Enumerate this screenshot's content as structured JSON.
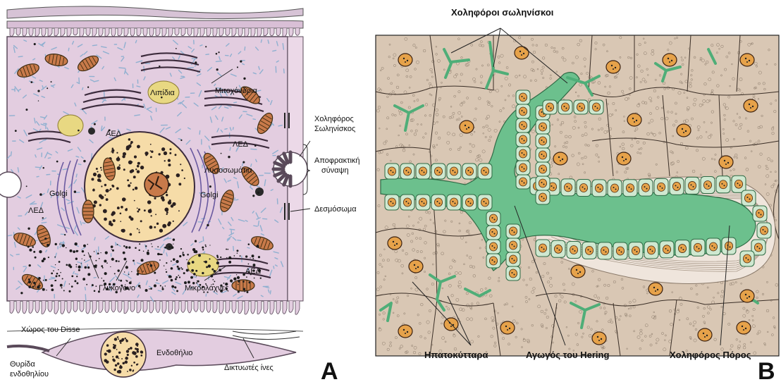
{
  "panel_a": {
    "letter": "A",
    "labels": {
      "lipids": "Λιπίδια",
      "mitochondria": "Μιτοχόνδρια",
      "aed_top": "ΑΕΔ",
      "led_top": "ΛΕΔ",
      "lysosomes": "Λυσοσωμάτια",
      "golgi_left": "Golgi",
      "golgi_right": "Golgi",
      "led_left": "ΛΕΔ",
      "aed_right": "ΑΕΔ",
      "glycogen": "Γλυκογόνο",
      "microvilli": "Μικρολάχνες",
      "disse_space": "Χώρος του Disse",
      "endothelium": "Ενδοθήλιο",
      "fenestra_line1": "Θυρίδα",
      "fenestra_line2": "ενδοθηλίου",
      "reticular_fibers": "Δικτυωτές ίνες",
      "bile_canaliculus_line1": "Χοληφόρος",
      "bile_canaliculus_line2": "Σωληνίσκος",
      "tight_junction_line1": "Αποφρακτική",
      "tight_junction_line2": "σύναψη",
      "desmosome": "Δεσμόσωμα"
    }
  },
  "panel_b": {
    "letter": "B",
    "labels": {
      "bile_canaliculi": "Χοληφόροι σωληνίσκοι",
      "hepatocytes": "Ηπατοκύτταρα",
      "hering_canal": "Αγωγός του Hering",
      "bile_duct": "Χοληφόρος Πόρος"
    }
  },
  "colors": {
    "cytoplasm": "#e3cde0",
    "membrane": "#5a4a5a",
    "nucleus": "#f6dca8",
    "mitochondria": "#c87a4a",
    "lipid": "#e8d882",
    "er_blue": "#8fb0d0",
    "hepatocyte_bg": "#d9c7b4",
    "bile_green": "#6cc08d",
    "duct_cell": "#cfe8d0",
    "hep_nucleus": "#e6a24a",
    "stroma": "#efe5dc"
  }
}
